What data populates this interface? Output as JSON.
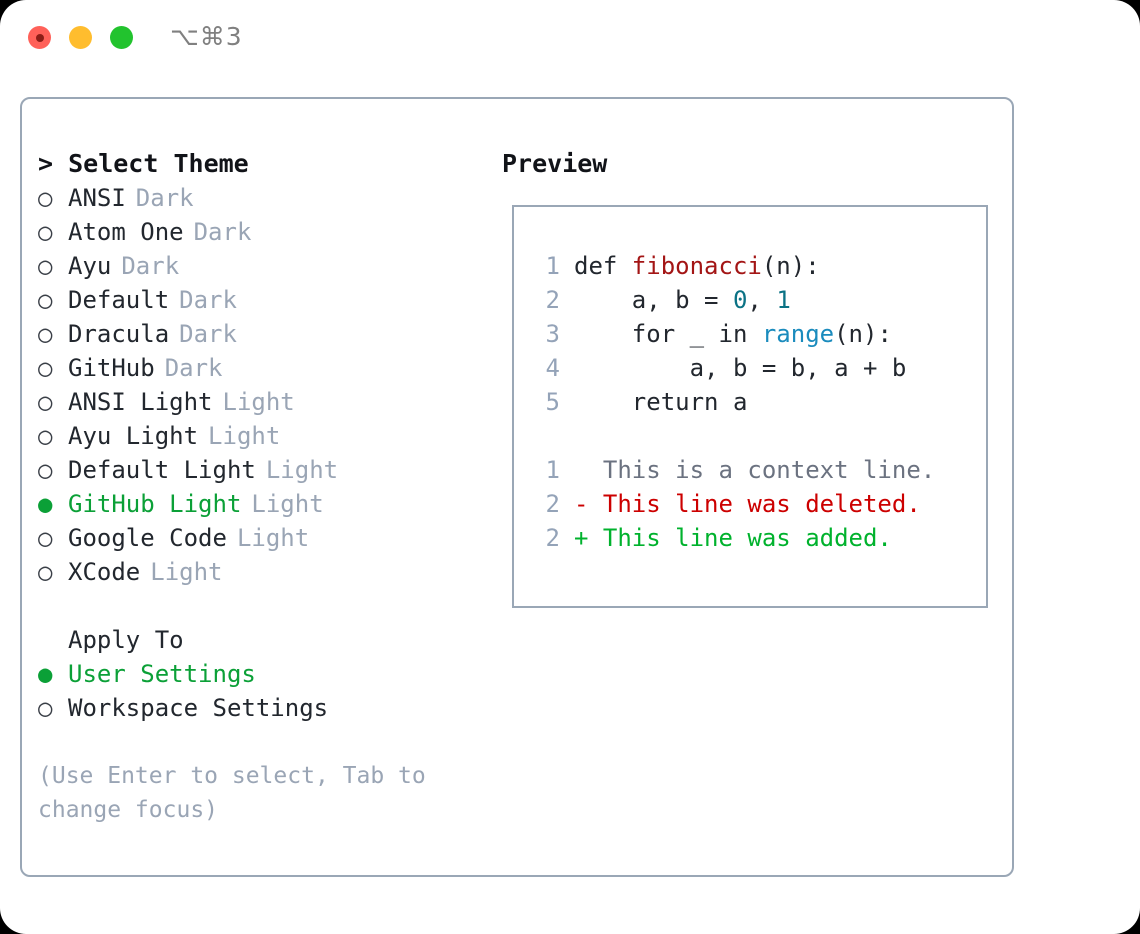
{
  "titlebar": {
    "shortcut": "⌥⌘3",
    "traffic_lights": [
      "close",
      "minimize",
      "zoom"
    ]
  },
  "left": {
    "heading": "> Select Theme",
    "themes": [
      {
        "bullet": "○",
        "label": "ANSI",
        "tag": "Dark",
        "selected": false
      },
      {
        "bullet": "○",
        "label": "Atom One",
        "tag": "Dark",
        "selected": false
      },
      {
        "bullet": "○",
        "label": "Ayu",
        "tag": "Dark",
        "selected": false
      },
      {
        "bullet": "○",
        "label": "Default",
        "tag": "Dark",
        "selected": false
      },
      {
        "bullet": "○",
        "label": "Dracula",
        "tag": "Dark",
        "selected": false
      },
      {
        "bullet": "○",
        "label": "GitHub",
        "tag": "Dark",
        "selected": false
      },
      {
        "bullet": "○",
        "label": "ANSI Light",
        "tag": "Light",
        "selected": false
      },
      {
        "bullet": "○",
        "label": "Ayu Light",
        "tag": "Light",
        "selected": false
      },
      {
        "bullet": "○",
        "label": "Default Light",
        "tag": "Light",
        "selected": false
      },
      {
        "bullet": "●",
        "label": "GitHub Light",
        "tag": "Light",
        "selected": true
      },
      {
        "bullet": "○",
        "label": "Google Code",
        "tag": "Light",
        "selected": false
      },
      {
        "bullet": "○",
        "label": "XCode",
        "tag": "Light",
        "selected": false
      }
    ],
    "apply_to": {
      "title": "Apply To",
      "options": [
        {
          "bullet": "●",
          "label": "User Settings",
          "selected": true
        },
        {
          "bullet": "○",
          "label": "Workspace Settings",
          "selected": false
        }
      ]
    },
    "hint": "(Use Enter to select, Tab to change focus)"
  },
  "right": {
    "heading": "Preview",
    "code_lines": [
      {
        "no": "1",
        "tokens": [
          {
            "t": "def ",
            "c": "plain"
          },
          {
            "t": "fibonacci",
            "c": "func"
          },
          {
            "t": "(n):",
            "c": "plain"
          }
        ]
      },
      {
        "no": "2",
        "tokens": [
          {
            "t": "    a, b = ",
            "c": "plain"
          },
          {
            "t": "0",
            "c": "num"
          },
          {
            "t": ", ",
            "c": "plain"
          },
          {
            "t": "1",
            "c": "num"
          }
        ]
      },
      {
        "no": "3",
        "tokens": [
          {
            "t": "    for _ in ",
            "c": "plain"
          },
          {
            "t": "range",
            "c": "builtin"
          },
          {
            "t": "(n):",
            "c": "plain"
          }
        ]
      },
      {
        "no": "4",
        "tokens": [
          {
            "t": "        a, b = b, a + b",
            "c": "plain"
          }
        ]
      },
      {
        "no": "5",
        "tokens": [
          {
            "t": "    return a",
            "c": "plain"
          }
        ]
      }
    ],
    "diff_lines": [
      {
        "no": "1",
        "tokens": [
          {
            "t": "  This is a context line.",
            "c": "ctx"
          }
        ]
      },
      {
        "no": "2",
        "tokens": [
          {
            "t": "- This line was deleted.",
            "c": "del"
          }
        ]
      },
      {
        "no": "2",
        "tokens": [
          {
            "t": "+ This line was added.",
            "c": "add"
          }
        ]
      }
    ]
  },
  "colors": {
    "accent_green": "#0ba037",
    "border": "#9aa7b6",
    "muted": "#9aa5b5",
    "text": "#22272e",
    "diff_add": "#00b22d",
    "diff_del": "#cc0000",
    "func": "#a31515",
    "number": "#0b7285",
    "builtin": "#1a8bbd"
  }
}
